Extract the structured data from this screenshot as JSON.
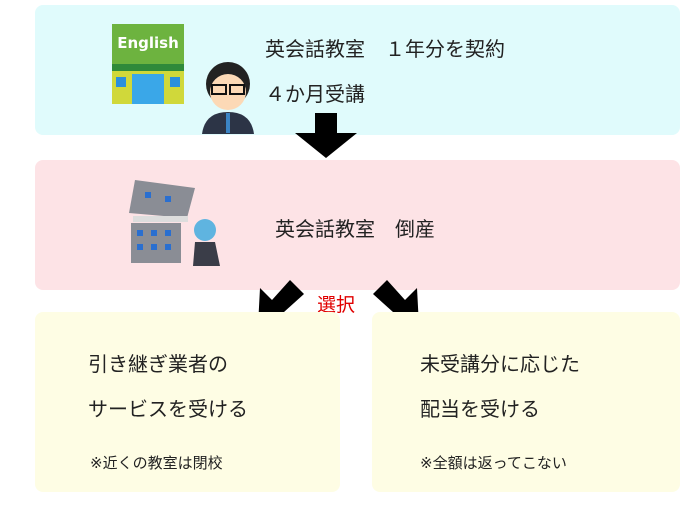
{
  "top": {
    "line1": "英会話教室　１年分を契約",
    "line2": "４か月受講",
    "sign_text": "English"
  },
  "middle": {
    "text": "英会話教室　倒産"
  },
  "choice_label": "選択",
  "left_option": {
    "line1": "引き継ぎ業者の",
    "line2": "サービスを受ける",
    "note": "※近くの教室は閉校"
  },
  "right_option": {
    "line1": "未受講分に応じた",
    "line2": "配当を受ける",
    "note": "※全額は返ってこない"
  },
  "colors": {
    "top": "#e0fbfc",
    "middle": "#fde3e6",
    "bottom": "#fefde4",
    "choice": "#e00000"
  }
}
